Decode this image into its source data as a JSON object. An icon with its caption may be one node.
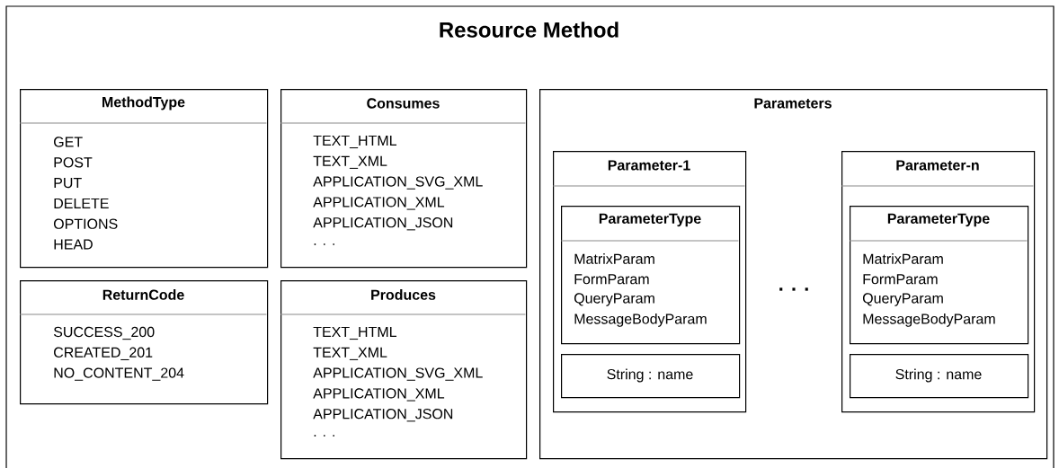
{
  "diagram": {
    "nodes": [
      {
        "text": [
          "Resource Method"
        ]
      },
      {
        "text": [
          "MethodType",
          "GET",
          "POST",
          "PUT",
          "DELETE",
          "OPTIONS",
          "HEAD"
        ],
        "in": 0
      },
      {
        "text": [
          "Consumes",
          "TEXT_HTML",
          "TEXT_XML",
          "APPLICATION_SVG_XML",
          "APPLICATION_XML",
          "APPLICATION_JSON",
          ". . ."
        ],
        "in": 0
      },
      {
        "text": [
          "ReturnCode",
          "SUCCESS_200",
          "CREATED_201",
          "NO_CONTENT_204"
        ],
        "in": 0
      },
      {
        "text": [
          "Produces",
          "TEXT_HTML",
          "TEXT_XML",
          "APPLICATION_SVG_XML",
          "APPLICATION_XML",
          "APPLICATION_JSON",
          ". . ."
        ],
        "in": 0
      },
      {
        "text": [
          "Parameters"
        ],
        "in": 0
      },
      {
        "text": [
          "Parameter-1"
        ],
        "in": 5
      },
      {
        "text": [
          "ParameterType",
          "MatrixParam",
          "FormParam",
          "QueryParam",
          "MessageBodyParam"
        ],
        "in": 6
      },
      {
        "text": [
          "String : name"
        ],
        "in": 6
      },
      {
        "text": [
          "Parameter-n"
        ],
        "in": 5
      },
      {
        "text": [
          "ParameterType",
          "MatrixParam",
          "FormParam",
          "QueryParam",
          "MessageBodyParam"
        ],
        "in": 9
      },
      {
        "text": [
          "String : name"
        ],
        "in": 9
      }
    ],
    "labels": [
      ". . ."
    ]
  }
}
